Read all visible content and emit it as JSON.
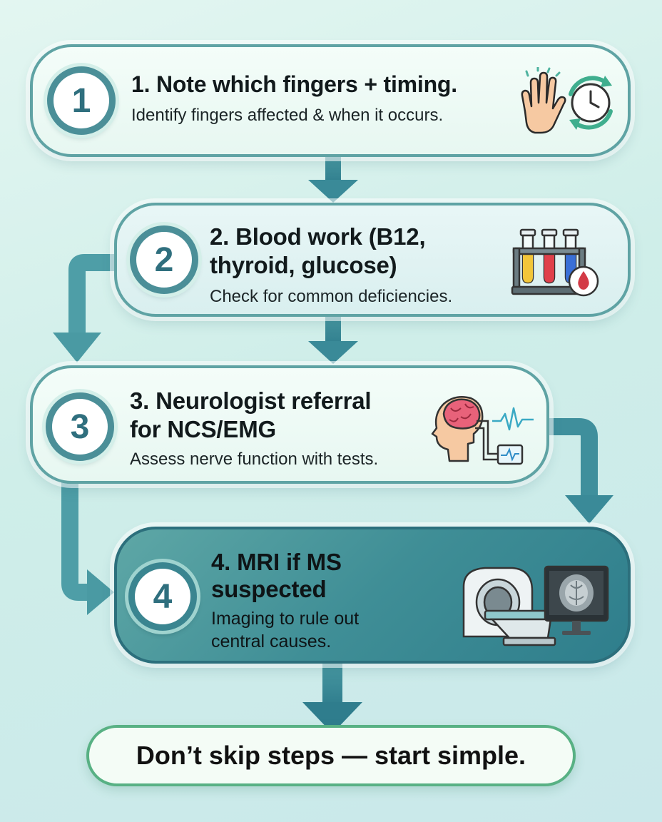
{
  "steps": [
    {
      "number": "1",
      "title": "1. Note which fingers + timing.",
      "description": "Identify fingers affected & when it occurs.",
      "icon": "hand-clock-icon"
    },
    {
      "number": "2",
      "title_lines": [
        "2. Blood work (B12,",
        "thyroid, glucose)"
      ],
      "description": "Check for common deficiencies.",
      "icon": "test-tubes-icon"
    },
    {
      "number": "3",
      "title_lines": [
        "3. Neurologist referral",
        "for NCS/EMG"
      ],
      "description": "Assess nerve function with tests.",
      "icon": "brain-monitor-icon"
    },
    {
      "number": "4",
      "title_lines": [
        "4. MRI if MS",
        "suspected"
      ],
      "description_lines": [
        "Imaging to rule out",
        "central causes."
      ],
      "icon": "mri-scanner-icon"
    }
  ],
  "footer": {
    "text": "Don’t skip steps — start simple."
  },
  "colors": {
    "connector": "#3f8f9c",
    "badge_border": "#4b8f98",
    "footer_border": "#58b184",
    "dark_card": "#3f8e96"
  }
}
